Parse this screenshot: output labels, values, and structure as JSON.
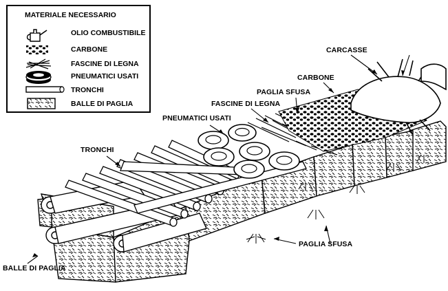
{
  "legend": {
    "title": "MATERIALE  NECESSARIO",
    "items": [
      {
        "key": "oil",
        "label": "OLIO COMBUSTIBILE",
        "icon": "oil-can-icon"
      },
      {
        "key": "coal",
        "label": "CARBONE",
        "icon": "coal-icon"
      },
      {
        "key": "kindling",
        "label": "FASCINE DI LEGNA",
        "icon": "kindling-icon"
      },
      {
        "key": "tires",
        "label": "PNEUMATICI USATI",
        "icon": "tire-stack-icon"
      },
      {
        "key": "logs",
        "label": "TRONCHI",
        "icon": "log-icon"
      },
      {
        "key": "bales",
        "label": "BALLE DI PAGLIA",
        "icon": "straw-bale-icon"
      }
    ]
  },
  "callouts": {
    "carcasse": "CARCASSE",
    "carbone": "CARBONE",
    "paglia_sfusa_top": "PAGLIA SFUSA",
    "fascine_di_legna": "FASCINE DI LEGNA",
    "pneumatici_usati": "PNEUMATICI USATI",
    "tronchi": "TRONCHI",
    "paglia_sfusa_bottom": "PAGLIA SFUSA",
    "balle_di_paglia": "BALLE DI PAGLIA"
  }
}
